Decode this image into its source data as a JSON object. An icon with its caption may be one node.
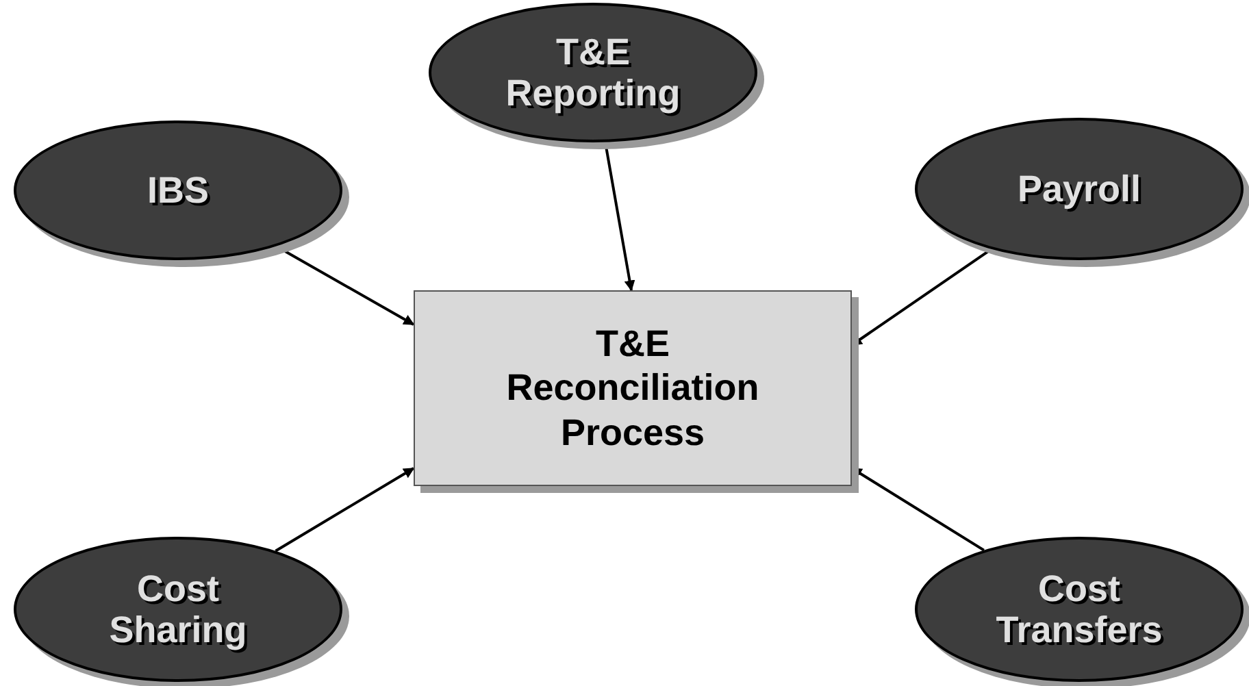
{
  "diagram": {
    "nodes": [
      {
        "text": [
          "T&E Reporting"
        ]
      },
      {
        "text": [
          "IBS"
        ]
      },
      {
        "text": [
          "Payroll"
        ]
      },
      {
        "text": [
          "T&E Reconciliation Process"
        ]
      },
      {
        "text": [
          "Cost Sharing"
        ]
      },
      {
        "text": [
          "Cost Transfers"
        ]
      }
    ],
    "edges": [
      {
        "from": 1,
        "to": 3,
        "arrow": "to"
      },
      {
        "from": 0,
        "to": 3,
        "arrow": "to"
      },
      {
        "from": 2,
        "to": 3,
        "arrow": "to"
      },
      {
        "from": 4,
        "to": 3,
        "arrow": "to"
      },
      {
        "from": 5,
        "to": 3,
        "arrow": "to"
      }
    ]
  }
}
